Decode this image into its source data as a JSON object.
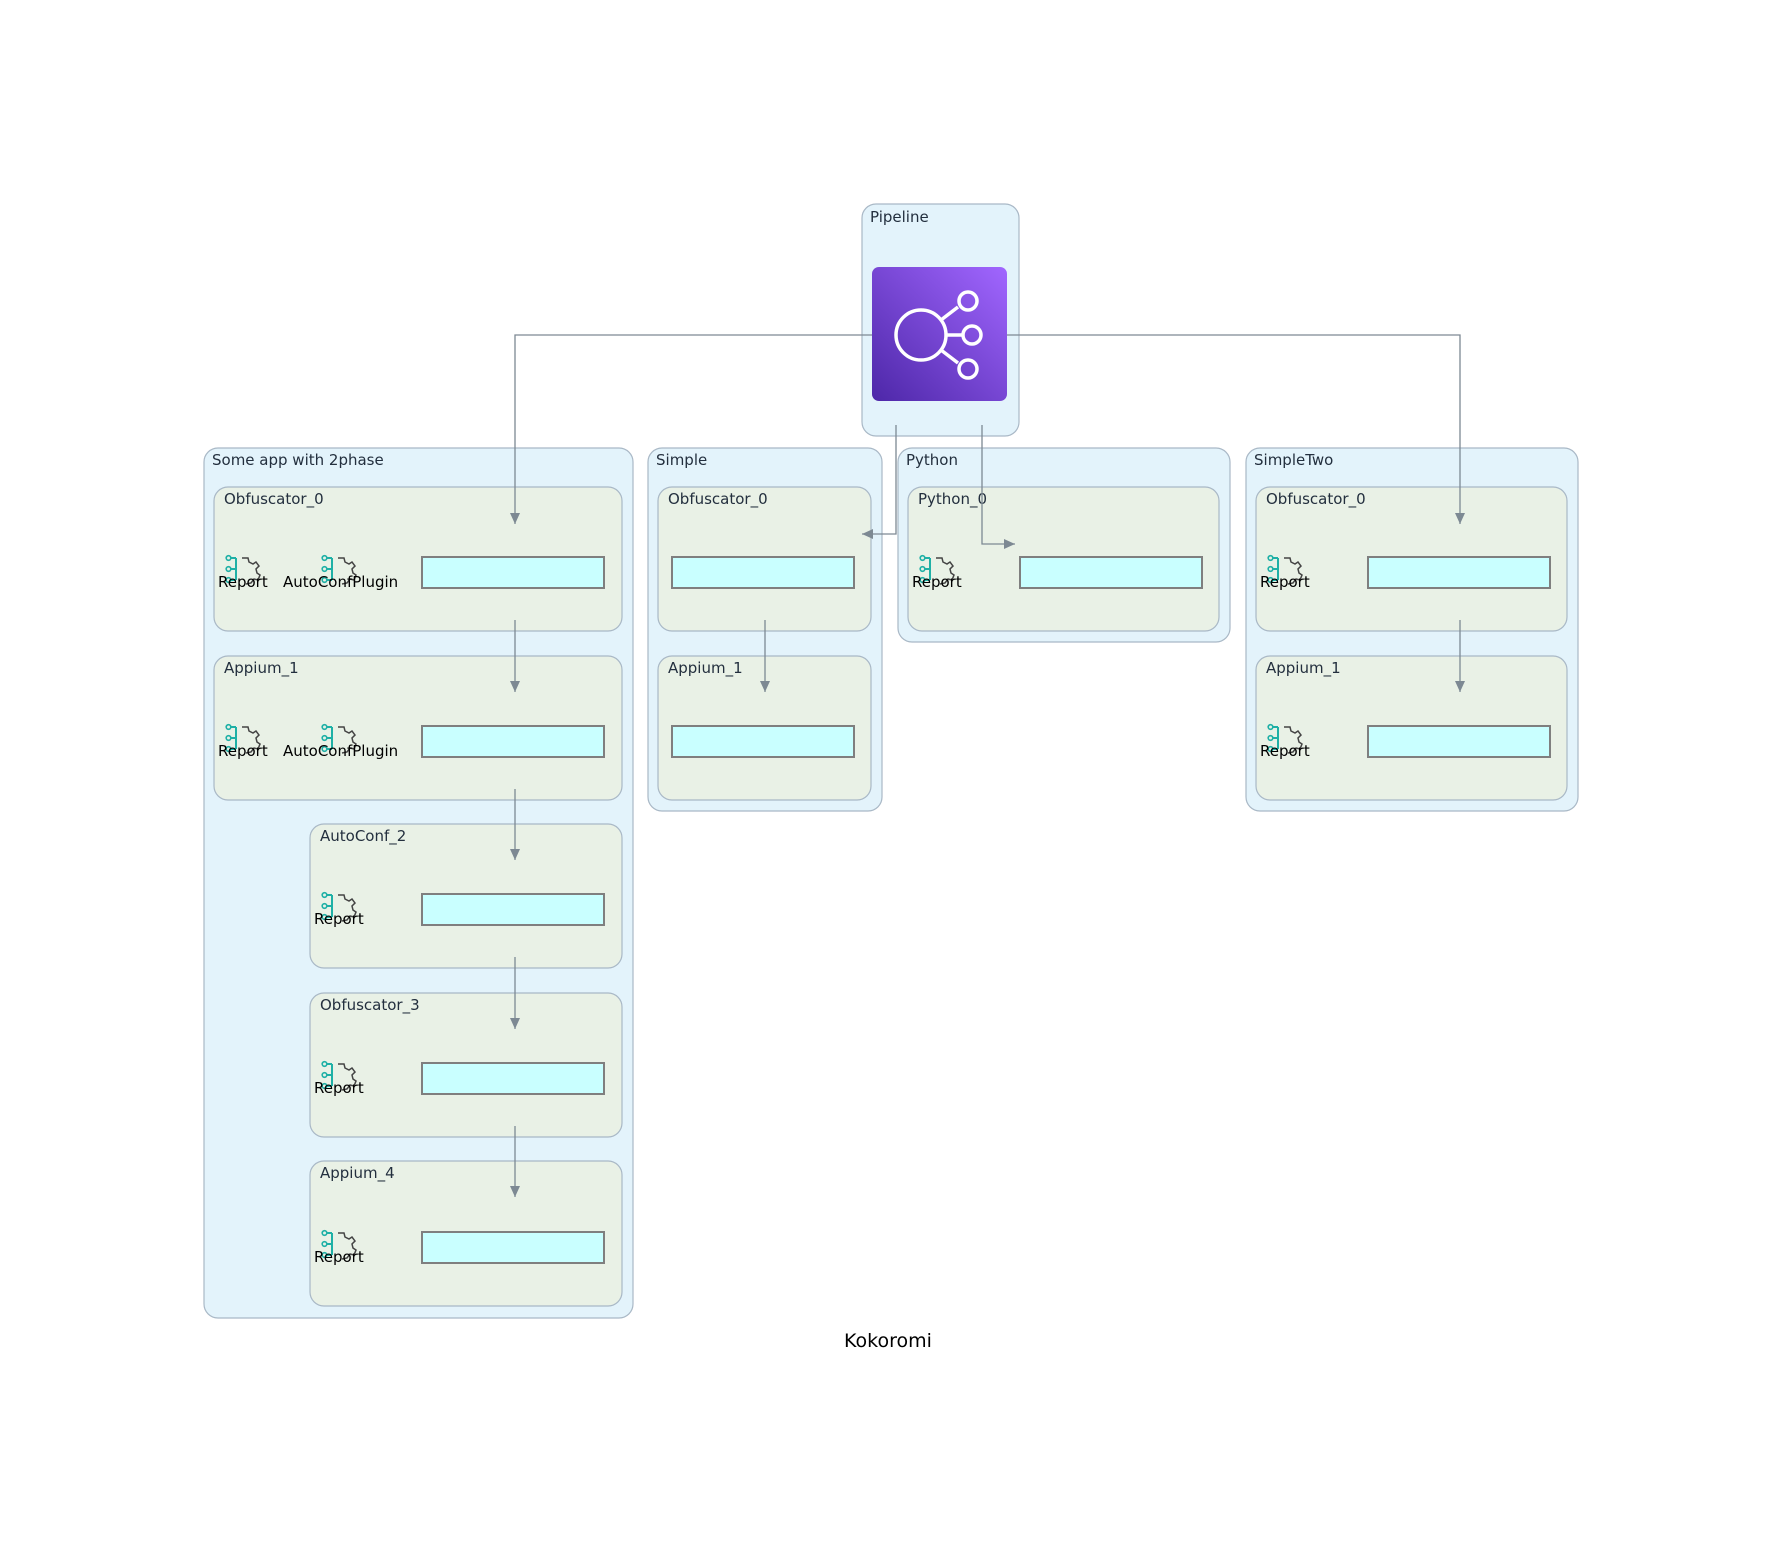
{
  "caption": "Kokoromi",
  "pipeline": {
    "title": "Pipeline",
    "icon": "elastic-load-balancer-icon",
    "icon_color": "#7a3fd6"
  },
  "colors": {
    "outer_fill": "#e3f3fb",
    "inner_fill": "#e9f1e6",
    "stroke": "#a9b8c6",
    "edge": "#7d8993",
    "box_fill": "#c9ffff",
    "box_stroke": "#7f7f7f",
    "icon_teal": "#1fb0a6"
  },
  "groups": [
    {
      "title": "Some app with 2phase",
      "stages": [
        {
          "title": "Obfuscator_0",
          "icons": [
            "Report",
            "AutoConfPlugin"
          ]
        },
        {
          "title": "Appium_1",
          "icons": [
            "Report",
            "AutoConfPlugin"
          ]
        },
        {
          "title": "AutoConf_2",
          "icons": [
            "Report"
          ]
        },
        {
          "title": "Obfuscator_3",
          "icons": [
            "Report"
          ]
        },
        {
          "title": "Appium_4",
          "icons": [
            "Report"
          ]
        }
      ]
    },
    {
      "title": "Simple",
      "stages": [
        {
          "title": "Obfuscator_0",
          "icons": []
        },
        {
          "title": "Appium_1",
          "icons": []
        }
      ]
    },
    {
      "title": "Python",
      "stages": [
        {
          "title": "Python_0",
          "icons": [
            "Report"
          ]
        }
      ]
    },
    {
      "title": "SimpleTwo",
      "stages": [
        {
          "title": "Obfuscator_0",
          "icons": [
            "Report"
          ]
        },
        {
          "title": "Appium_1",
          "icons": [
            "Report"
          ]
        }
      ]
    }
  ]
}
